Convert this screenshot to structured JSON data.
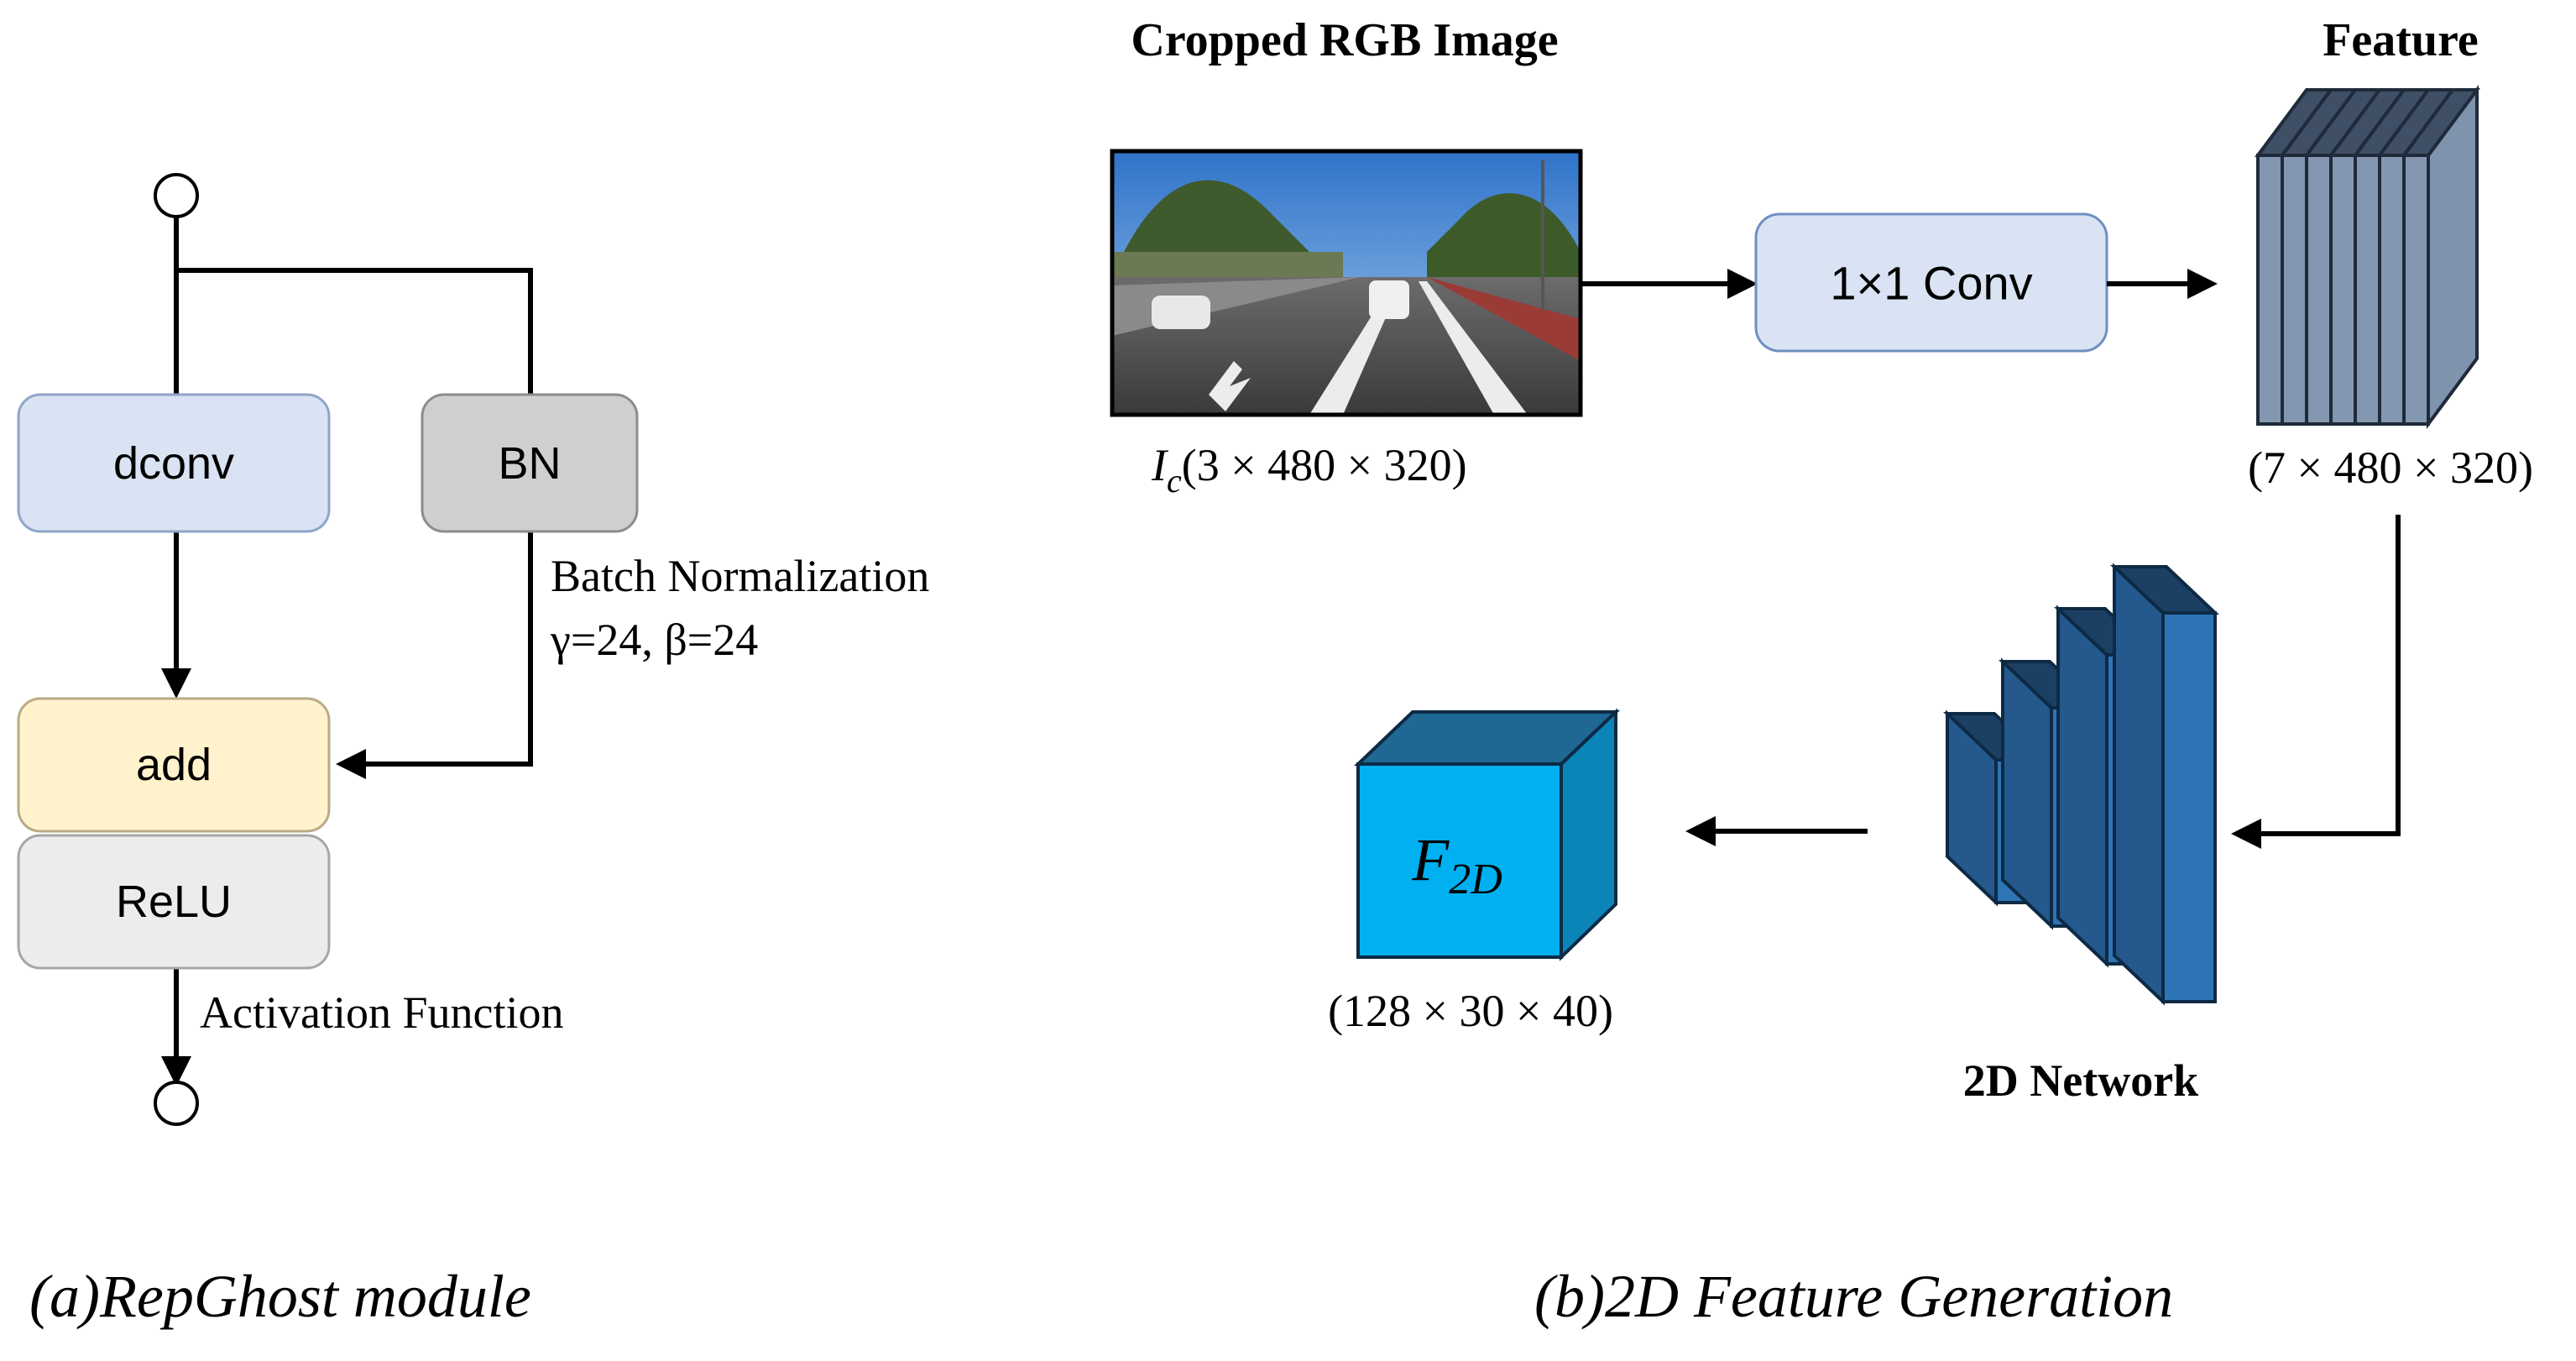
{
  "panel_a": {
    "caption_prefix": "(a)",
    "caption": "RepGhost module",
    "nodes": {
      "dconv": "dconv",
      "bn": "BN",
      "add": "add",
      "relu": "ReLU"
    },
    "annotations": {
      "bn_name": "Batch Normalization",
      "bn_params": "γ=24, β=24",
      "activation": "Activation Function"
    }
  },
  "panel_b": {
    "caption_prefix": "(b)",
    "caption": "2D Feature Generation",
    "input_title": "Cropped RGB Image",
    "input_symbol": "I",
    "input_symbol_sub": "c",
    "input_dims": "(3 × 480 × 320)",
    "conv_label": "1×1 Conv",
    "feature_title": "Feature",
    "feature_dims": "(7 × 480 × 320)",
    "network_title": "2D Network",
    "output_symbol": "F",
    "output_symbol_sub": "2D",
    "output_dims": "(128 × 30 × 40)"
  },
  "colors": {
    "dconv_fill": "#dae3f3",
    "dconv_stroke": "#8fa5c8",
    "bn_fill": "#d0cece",
    "add_fill": "#fff2cc",
    "relu_fill": "#ececec",
    "conv_fill": "#dae3f3",
    "feature_fill": "#8497b0",
    "network_fill": "#2e75b6",
    "output_front": "#00b0f0",
    "output_top": "#1f6894",
    "output_side": "#0b84b8"
  }
}
